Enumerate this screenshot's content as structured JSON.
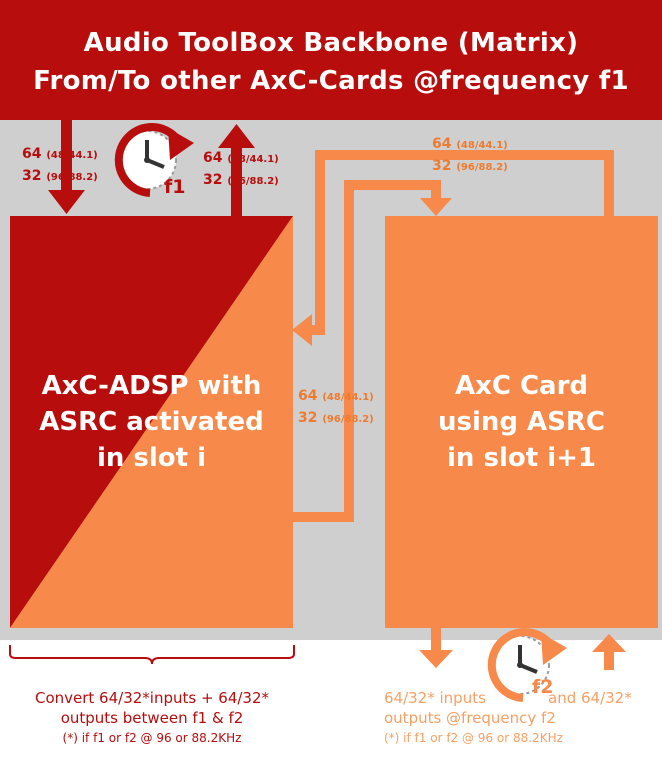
{
  "banner": {
    "line1": "Audio ToolBox Backbone (Matrix)",
    "line2": "From/To other AxC-Cards @frequency f1"
  },
  "rates_top_left_down": {
    "count_a": "64",
    "rate_a": "(48/44.1)",
    "count_b": "32",
    "rate_b": "(96/88.2)"
  },
  "rates_top_left_up": {
    "count_a": "64",
    "rate_a": "(48/44.1)",
    "count_b": "32",
    "rate_b": "(96/88.2)"
  },
  "rates_top_right": {
    "count_a": "64",
    "rate_a": "(48/44.1)",
    "count_b": "32",
    "rate_b": "(96/88.2)"
  },
  "rates_middle": {
    "count_a": "64",
    "rate_a": "(48/44.1)",
    "count_b": "32",
    "rate_b": "(96/88.2)"
  },
  "clock_f1": {
    "label": "f1",
    "icon": "clock-icon"
  },
  "clock_f2": {
    "label": "f2",
    "icon": "clock-icon"
  },
  "left_box": {
    "line1": "AxC-ADSP with",
    "line2": "ASRC activated",
    "line3": "in slot i"
  },
  "right_box": {
    "line1": "AxC Card",
    "line2": "using ASRC",
    "line3": "in slot i+1"
  },
  "left_caption": {
    "line1": "Convert 64/32*inputs + 64/32*",
    "line2": "outputs between f1 & f2",
    "note": "(*) if f1 or f2 @ 96 or 88.2KHz"
  },
  "right_caption": {
    "line1a": "64/32* inputs",
    "line1b": "and 64/32*",
    "line2": "outputs @frequency f2",
    "note": "(*) if f1 or f2 @ 96 or 88.2KHz"
  },
  "colors": {
    "dark_red": "#b70d0d",
    "orange": "#f7894a",
    "light_orange": "#f7a064",
    "gray_band": "#cfcfcf"
  }
}
